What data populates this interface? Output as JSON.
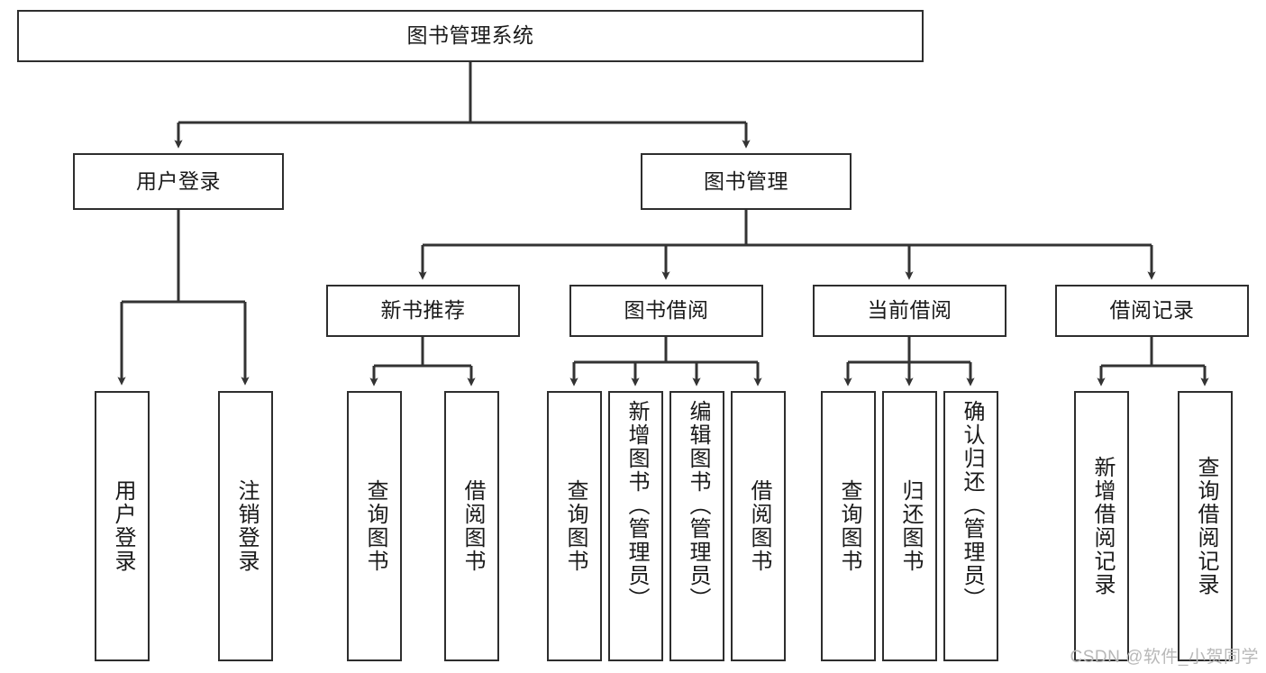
{
  "diagram": {
    "title": "图书管理系统",
    "type": "tree-hierarchy",
    "watermark": "CSDN @软件_小贺同学",
    "colors": {
      "border": "#2e2e2e",
      "background": "#ffffff",
      "text": "#1a1a1a",
      "connector": "#333333",
      "watermark": "#b8b8b8"
    },
    "levels": {
      "root": [
        "图书管理系统"
      ],
      "level2": [
        "用户登录",
        "图书管理"
      ],
      "level3": [
        "新书推荐",
        "图书借阅",
        "当前借阅",
        "借阅记录"
      ],
      "leaves": [
        "用户登录",
        "注销登录",
        "查询图书",
        "借阅图书",
        "查询图书",
        "新增图书（管理员）",
        "编辑图书（管理员）",
        "借阅图书",
        "查询图书",
        "归还图书",
        "确认归还（管理员）",
        "新增借阅记录",
        "查询借阅记录"
      ]
    },
    "nodes": {
      "root": {
        "label": "图书管理系统"
      },
      "user_login": {
        "label": "用户登录"
      },
      "book_manage": {
        "label": "图书管理"
      },
      "new_book_rec": {
        "label": "新书推荐"
      },
      "book_borrow": {
        "label": "图书借阅"
      },
      "current_borrow": {
        "label": "当前借阅"
      },
      "borrow_record": {
        "label": "借阅记录"
      },
      "leaf_user_login": {
        "label": "用户登录"
      },
      "leaf_logout": {
        "label": "注销登录"
      },
      "leaf_query_book_1": {
        "label": "查询图书"
      },
      "leaf_borrow_book_1": {
        "label": "借阅图书"
      },
      "leaf_query_book_2": {
        "label": "查询图书"
      },
      "leaf_add_book": {
        "label": "新增图书（管理员）"
      },
      "leaf_edit_book": {
        "label": "编辑图书（管理员）"
      },
      "leaf_borrow_book_2": {
        "label": "借阅图书"
      },
      "leaf_query_book_3": {
        "label": "查询图书"
      },
      "leaf_return_book": {
        "label": "归还图书"
      },
      "leaf_confirm_return": {
        "label": "确认归还（管理员）"
      },
      "leaf_add_record": {
        "label": "新增借阅记录"
      },
      "leaf_query_record": {
        "label": "查询借阅记录"
      }
    },
    "edges": [
      {
        "from": "root",
        "to": "user_login"
      },
      {
        "from": "root",
        "to": "book_manage"
      },
      {
        "from": "user_login",
        "to": "leaf_user_login"
      },
      {
        "from": "user_login",
        "to": "leaf_logout"
      },
      {
        "from": "book_manage",
        "to": "new_book_rec"
      },
      {
        "from": "book_manage",
        "to": "book_borrow"
      },
      {
        "from": "book_manage",
        "to": "current_borrow"
      },
      {
        "from": "book_manage",
        "to": "borrow_record"
      },
      {
        "from": "new_book_rec",
        "to": "leaf_query_book_1"
      },
      {
        "from": "new_book_rec",
        "to": "leaf_borrow_book_1"
      },
      {
        "from": "book_borrow",
        "to": "leaf_query_book_2"
      },
      {
        "from": "book_borrow",
        "to": "leaf_add_book"
      },
      {
        "from": "book_borrow",
        "to": "leaf_edit_book"
      },
      {
        "from": "book_borrow",
        "to": "leaf_borrow_book_2"
      },
      {
        "from": "current_borrow",
        "to": "leaf_query_book_3"
      },
      {
        "from": "current_borrow",
        "to": "leaf_return_book"
      },
      {
        "from": "current_borrow",
        "to": "leaf_confirm_return"
      },
      {
        "from": "borrow_record",
        "to": "leaf_add_record"
      },
      {
        "from": "borrow_record",
        "to": "leaf_query_record"
      }
    ]
  }
}
